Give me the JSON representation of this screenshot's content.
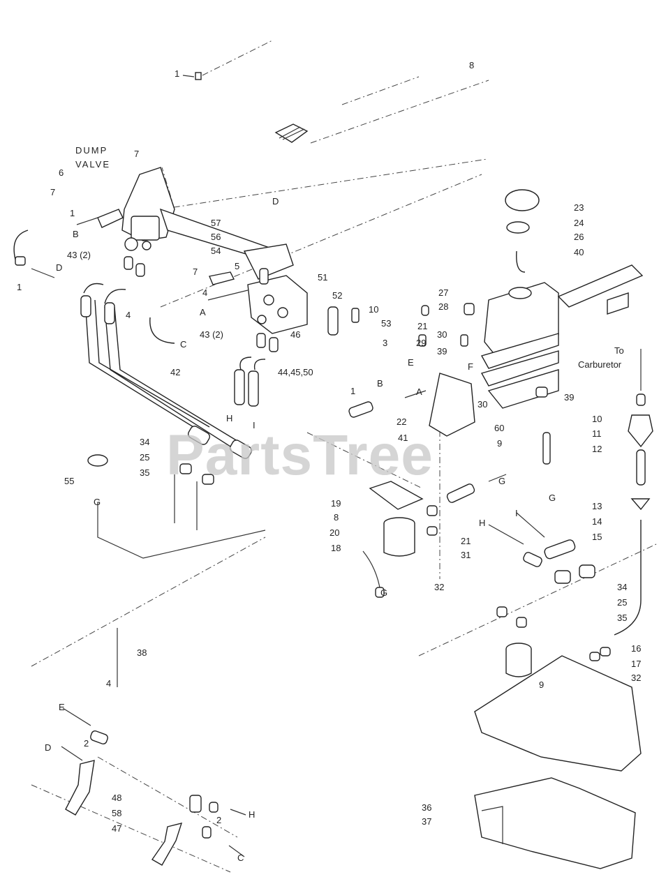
{
  "watermark": "PartsTree",
  "header": {
    "ref_8": "8",
    "ref_1": "1"
  },
  "valve": {
    "title_line1": "DUMP",
    "title_line2": "VALVE",
    "ref_7": "7",
    "ref_D": "D"
  },
  "carburetor": {
    "line1": "To",
    "line2": "Carburetor"
  },
  "callouts": [
    {
      "id": "c-6a",
      "text": "6"
    },
    {
      "id": "c-7a",
      "text": "7"
    },
    {
      "id": "c-1a",
      "text": "1"
    },
    {
      "id": "c-Ba",
      "text": "B"
    },
    {
      "id": "c-4321a",
      "text": "43 (2)"
    },
    {
      "id": "c-Da",
      "text": "D"
    },
    {
      "id": "c-1b",
      "text": "1"
    },
    {
      "id": "c-57",
      "text": "57"
    },
    {
      "id": "c-56",
      "text": "56"
    },
    {
      "id": "c-54",
      "text": "54"
    },
    {
      "id": "c-7b",
      "text": "7"
    },
    {
      "id": "c-5a",
      "text": "5"
    },
    {
      "id": "c-4a",
      "text": "4"
    },
    {
      "id": "c-Aa",
      "text": "A"
    },
    {
      "id": "c-51",
      "text": "51"
    },
    {
      "id": "c-52",
      "text": "52"
    },
    {
      "id": "c-4b",
      "text": "4"
    },
    {
      "id": "c-Ca",
      "text": "C"
    },
    {
      "id": "c-4321b",
      "text": "43 (2)"
    },
    {
      "id": "c-46",
      "text": "46"
    },
    {
      "id": "c-10a",
      "text": "10"
    },
    {
      "id": "c-53",
      "text": "53"
    },
    {
      "id": "c-444550",
      "text": "44,45,50"
    },
    {
      "id": "c-42",
      "text": "42"
    },
    {
      "id": "c-Ha",
      "text": "H"
    },
    {
      "id": "c-Ia",
      "text": "I"
    },
    {
      "id": "c-34a",
      "text": "34"
    },
    {
      "id": "c-25a",
      "text": "25"
    },
    {
      "id": "c-35a",
      "text": "35"
    },
    {
      "id": "c-55",
      "text": "55"
    },
    {
      "id": "c-Ga",
      "text": "G"
    },
    {
      "id": "c-23",
      "text": "23"
    },
    {
      "id": "c-24",
      "text": "24"
    },
    {
      "id": "c-26",
      "text": "26"
    },
    {
      "id": "c-40",
      "text": "40"
    },
    {
      "id": "c-27",
      "text": "27"
    },
    {
      "id": "c-28",
      "text": "28"
    },
    {
      "id": "c-21",
      "text": "21"
    },
    {
      "id": "c-29",
      "text": "29"
    },
    {
      "id": "c-30a",
      "text": "30"
    },
    {
      "id": "c-39a",
      "text": "39"
    },
    {
      "id": "c-Ea",
      "text": "E"
    },
    {
      "id": "c-Fa",
      "text": "F"
    },
    {
      "id": "c-3",
      "text": "3"
    },
    {
      "id": "c-Bb",
      "text": "B"
    },
    {
      "id": "c-Ab",
      "text": "A"
    },
    {
      "id": "c-1c",
      "text": "1"
    },
    {
      "id": "c-22",
      "text": "22"
    },
    {
      "id": "c-41",
      "text": "41"
    },
    {
      "id": "c-30b",
      "text": "30"
    },
    {
      "id": "c-60",
      "text": "60"
    },
    {
      "id": "c-9a",
      "text": "9"
    },
    {
      "id": "c-Gb",
      "text": "G"
    },
    {
      "id": "c-39b",
      "text": "39"
    },
    {
      "id": "c-10b",
      "text": "10"
    },
    {
      "id": "c-11",
      "text": "11"
    },
    {
      "id": "c-12",
      "text": "12"
    },
    {
      "id": "c-19",
      "text": "19"
    },
    {
      "id": "c-8",
      "text": "8"
    },
    {
      "id": "c-20",
      "text": "20"
    },
    {
      "id": "c-18",
      "text": "18"
    },
    {
      "id": "c-Gc",
      "text": "G"
    },
    {
      "id": "c-Gd",
      "text": "G"
    },
    {
      "id": "c-21b",
      "text": "21"
    },
    {
      "id": "c-31",
      "text": "31"
    },
    {
      "id": "c-32a",
      "text": "32"
    },
    {
      "id": "c-Hb",
      "text": "H"
    },
    {
      "id": "c-Ib",
      "text": "I"
    },
    {
      "id": "c-13",
      "text": "13"
    },
    {
      "id": "c-14",
      "text": "14"
    },
    {
      "id": "c-15",
      "text": "15"
    },
    {
      "id": "c-34b",
      "text": "34"
    },
    {
      "id": "c-25b",
      "text": "25"
    },
    {
      "id": "c-35b",
      "text": "35"
    },
    {
      "id": "c-16",
      "text": "16"
    },
    {
      "id": "c-17",
      "text": "17"
    },
    {
      "id": "c-32b",
      "text": "32"
    },
    {
      "id": "c-9b",
      "text": "9"
    },
    {
      "id": "c-38",
      "text": "38"
    },
    {
      "id": "c-4c",
      "text": "4"
    },
    {
      "id": "c-Eb",
      "text": "E"
    },
    {
      "id": "c-2a",
      "text": "2"
    },
    {
      "id": "c-Db",
      "text": "D"
    },
    {
      "id": "c-48",
      "text": "48"
    },
    {
      "id": "c-58",
      "text": "58"
    },
    {
      "id": "c-47",
      "text": "47"
    },
    {
      "id": "c-2b",
      "text": "2"
    },
    {
      "id": "c-Hc",
      "text": "H"
    },
    {
      "id": "c-Cb",
      "text": "C"
    },
    {
      "id": "c-36",
      "text": "36"
    },
    {
      "id": "c-37",
      "text": "37"
    }
  ]
}
